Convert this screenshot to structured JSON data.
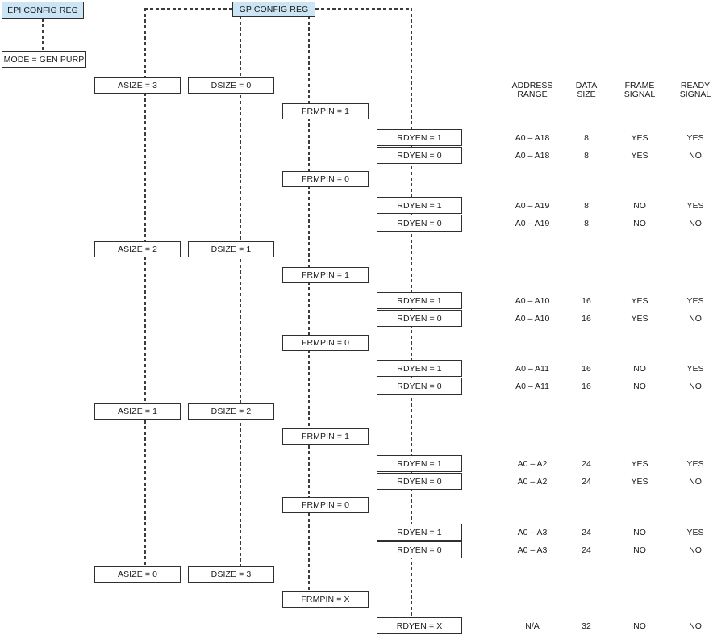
{
  "boxes": {
    "epi_config": "EPI CONFIG REG",
    "gp_config": "GP CONFIG REG",
    "mode": "MODE = GEN PURP"
  },
  "tree": {
    "asize": [
      "ASIZE = 3",
      "ASIZE = 2",
      "ASIZE = 1",
      "ASIZE = 0"
    ],
    "dsize": [
      "DSIZE = 0",
      "DSIZE = 1",
      "DSIZE = 2",
      "DSIZE = 3"
    ],
    "frmpin": [
      "FRMPIN = 1",
      "FRMPIN = 0",
      "FRMPIN = 1",
      "FRMPIN = 0",
      "FRMPIN = 1",
      "FRMPIN = 0",
      "FRMPIN = X"
    ],
    "rdyen": [
      "RDYEN = 1",
      "RDYEN = 0",
      "RDYEN = 1",
      "RDYEN = 0",
      "RDYEN = 1",
      "RDYEN = 0",
      "RDYEN = 1",
      "RDYEN = 0",
      "RDYEN = 1",
      "RDYEN = 0",
      "RDYEN = 1",
      "RDYEN = 0",
      "RDYEN = X"
    ]
  },
  "table": {
    "headers": [
      "ADDRESS\nRANGE",
      "DATA\nSIZE",
      "FRAME\nSIGNAL",
      "READY\nSIGNAL"
    ],
    "rows": [
      [
        "A0 – A18",
        "8",
        "YES",
        "YES"
      ],
      [
        "A0 – A18",
        "8",
        "YES",
        "NO"
      ],
      [
        "A0 – A19",
        "8",
        "NO",
        "YES"
      ],
      [
        "A0 – A19",
        "8",
        "NO",
        "NO"
      ],
      [
        "A0 – A10",
        "16",
        "YES",
        "YES"
      ],
      [
        "A0 – A10",
        "16",
        "YES",
        "NO"
      ],
      [
        "A0 – A11",
        "16",
        "NO",
        "YES"
      ],
      [
        "A0 – A11",
        "16",
        "NO",
        "NO"
      ],
      [
        "A0 – A2",
        "24",
        "YES",
        "YES"
      ],
      [
        "A0 – A2",
        "24",
        "YES",
        "NO"
      ],
      [
        "A0 – A3",
        "24",
        "NO",
        "YES"
      ],
      [
        "A0 – A3",
        "24",
        "NO",
        "NO"
      ],
      [
        "N/A",
        "32",
        "NO",
        "NO"
      ]
    ]
  },
  "colors": {
    "highlight_fill": "#cbe5f4",
    "box_border": "#2f2f2f",
    "connector": "#3c3c3c"
  }
}
